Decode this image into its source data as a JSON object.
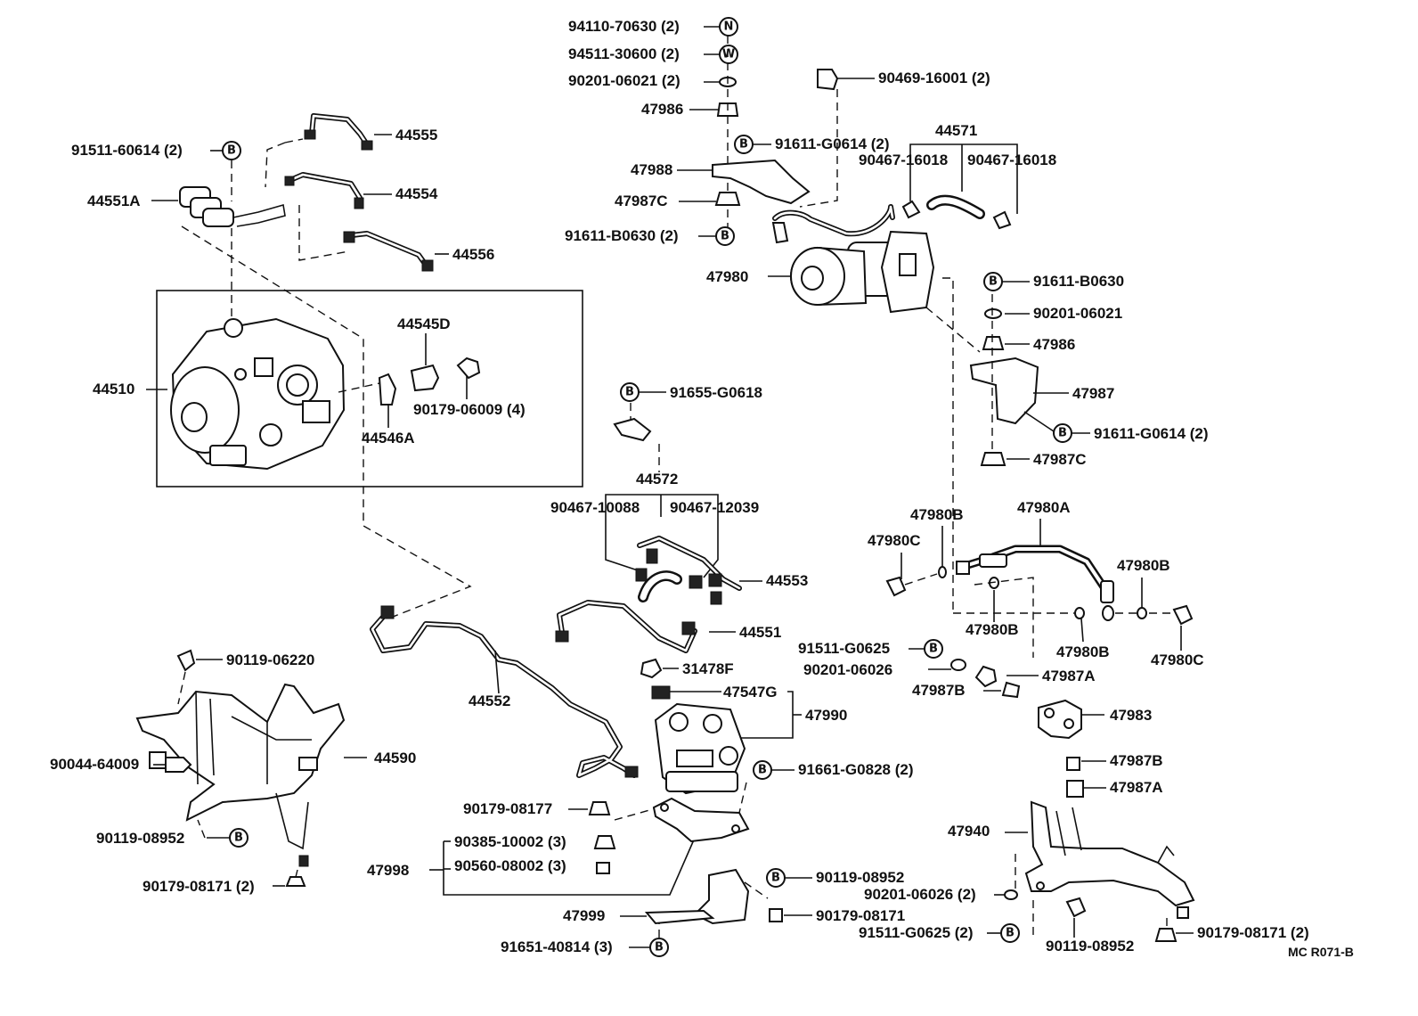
{
  "diagram": {
    "code": "MC R071-B",
    "symbols": {
      "N": "N",
      "W": "W",
      "B": "B"
    },
    "labels": {
      "p94110": "94110-70630 (2)",
      "p94511": "94511-30600 (2)",
      "p90201_06021_2": "90201-06021 (2)",
      "p47986_top": "47986",
      "p91611_G0614_top": "91611-G0614 (2)",
      "p47988": "47988",
      "p47987C_top": "47987C",
      "p91611_B0630_2": "91611-B0630 (2)",
      "p90469": "90469-16001 (2)",
      "p44571": "44571",
      "p90467_16018_a": "90467-16018",
      "p90467_16018_b": "90467-16018",
      "p47980": "47980",
      "p91611_B0630": "91611-B0630",
      "p90201_06021": "90201-06021",
      "p47986_right": "47986",
      "p47987": "47987",
      "p91611_G0614_right": "91611-G0614 (2)",
      "p47987C_right": "47987C",
      "p91511_60614": "91511-60614 (2)",
      "p44555": "44555",
      "p44551A": "44551A",
      "p44554": "44554",
      "p44556": "44556",
      "p44545D": "44545D",
      "p44510": "44510",
      "p90179_06009": "90179-06009 (4)",
      "p44546A": "44546A",
      "p91655": "91655-G0618",
      "p44572": "44572",
      "p90467_10088": "90467-10088",
      "p90467_12039": "90467-12039",
      "p44553": "44553",
      "p44551": "44551",
      "p31478F": "31478F",
      "p47547G": "47547G",
      "p47990": "47990",
      "p44552": "44552",
      "p91661": "91661-G0828 (2)",
      "p90179_08177": "90179-08177",
      "p90385": "90385-10002 (3)",
      "p47998": "47998",
      "p90560": "90560-08002 (3)",
      "p90119_08952_mid": "90119-08952",
      "p47999": "47999",
      "p90179_08171_mid": "90179-08171",
      "p91651": "91651-40814 (3)",
      "p90119_06220": "90119-06220",
      "p44590": "44590",
      "p90044": "90044-64009",
      "p90119_08952_left": "90119-08952",
      "p90179_08171_left": "90179-08171 (2)",
      "p47980B_top": "47980B",
      "p47980A": "47980A",
      "p47980C_left": "47980C",
      "p47980B_right": "47980B",
      "p47980B_mid": "47980B",
      "p47980B_low": "47980B",
      "p47980C_right": "47980C",
      "p91511_G0625_top": "91511-G0625",
      "p90201_06026_top": "90201-06026",
      "p47987A_top": "47987A",
      "p47987B_top": "47987B",
      "p47983": "47983",
      "p47987B_low": "47987B",
      "p47987A_low": "47987A",
      "p47940": "47940",
      "p90201_06026_2": "90201-06026 (2)",
      "p91511_G0625_2": "91511-G0625 (2)",
      "p90119_08952_right": "90119-08952",
      "p90179_08171_right": "90179-08171 (2)"
    }
  }
}
